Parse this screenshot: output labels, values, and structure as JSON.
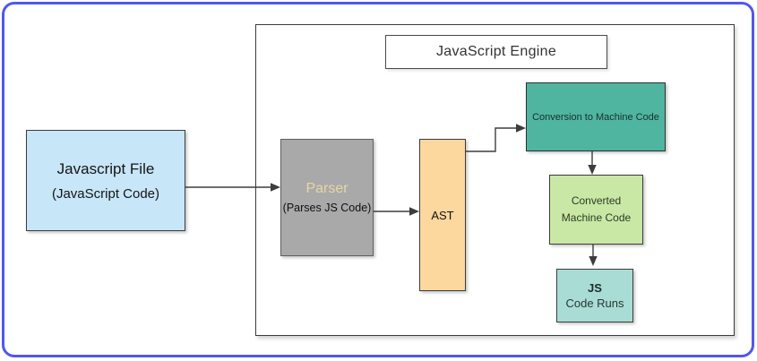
{
  "diagram": {
    "engine": {
      "title": "JavaScript Engine"
    },
    "nodes": {
      "js_file": {
        "title": "Javascript File",
        "subtitle": "(JavaScript Code)"
      },
      "parser": {
        "title": "Parser",
        "subtitle": "(Parses JS Code)"
      },
      "ast": {
        "label": "AST"
      },
      "conversion": {
        "label": "Conversion to Machine Code"
      },
      "converted": {
        "label": "Converted Machine Code"
      },
      "js_runs": {
        "title": "JS",
        "subtitle": "Code Runs"
      }
    },
    "colors": {
      "outer_border": "#5157ee",
      "js_file_fill": "#c7e6f8",
      "parser_fill": "#a9a9a9",
      "parser_title_text": "#e8d5a3",
      "ast_fill": "#fcd79e",
      "conversion_fill": "#4fb5a1",
      "converted_fill": "#c9e8a5",
      "js_runs_fill": "#a9dcd4",
      "arrow": "#3d3d3d",
      "box_border": "#3c3c3c"
    }
  }
}
